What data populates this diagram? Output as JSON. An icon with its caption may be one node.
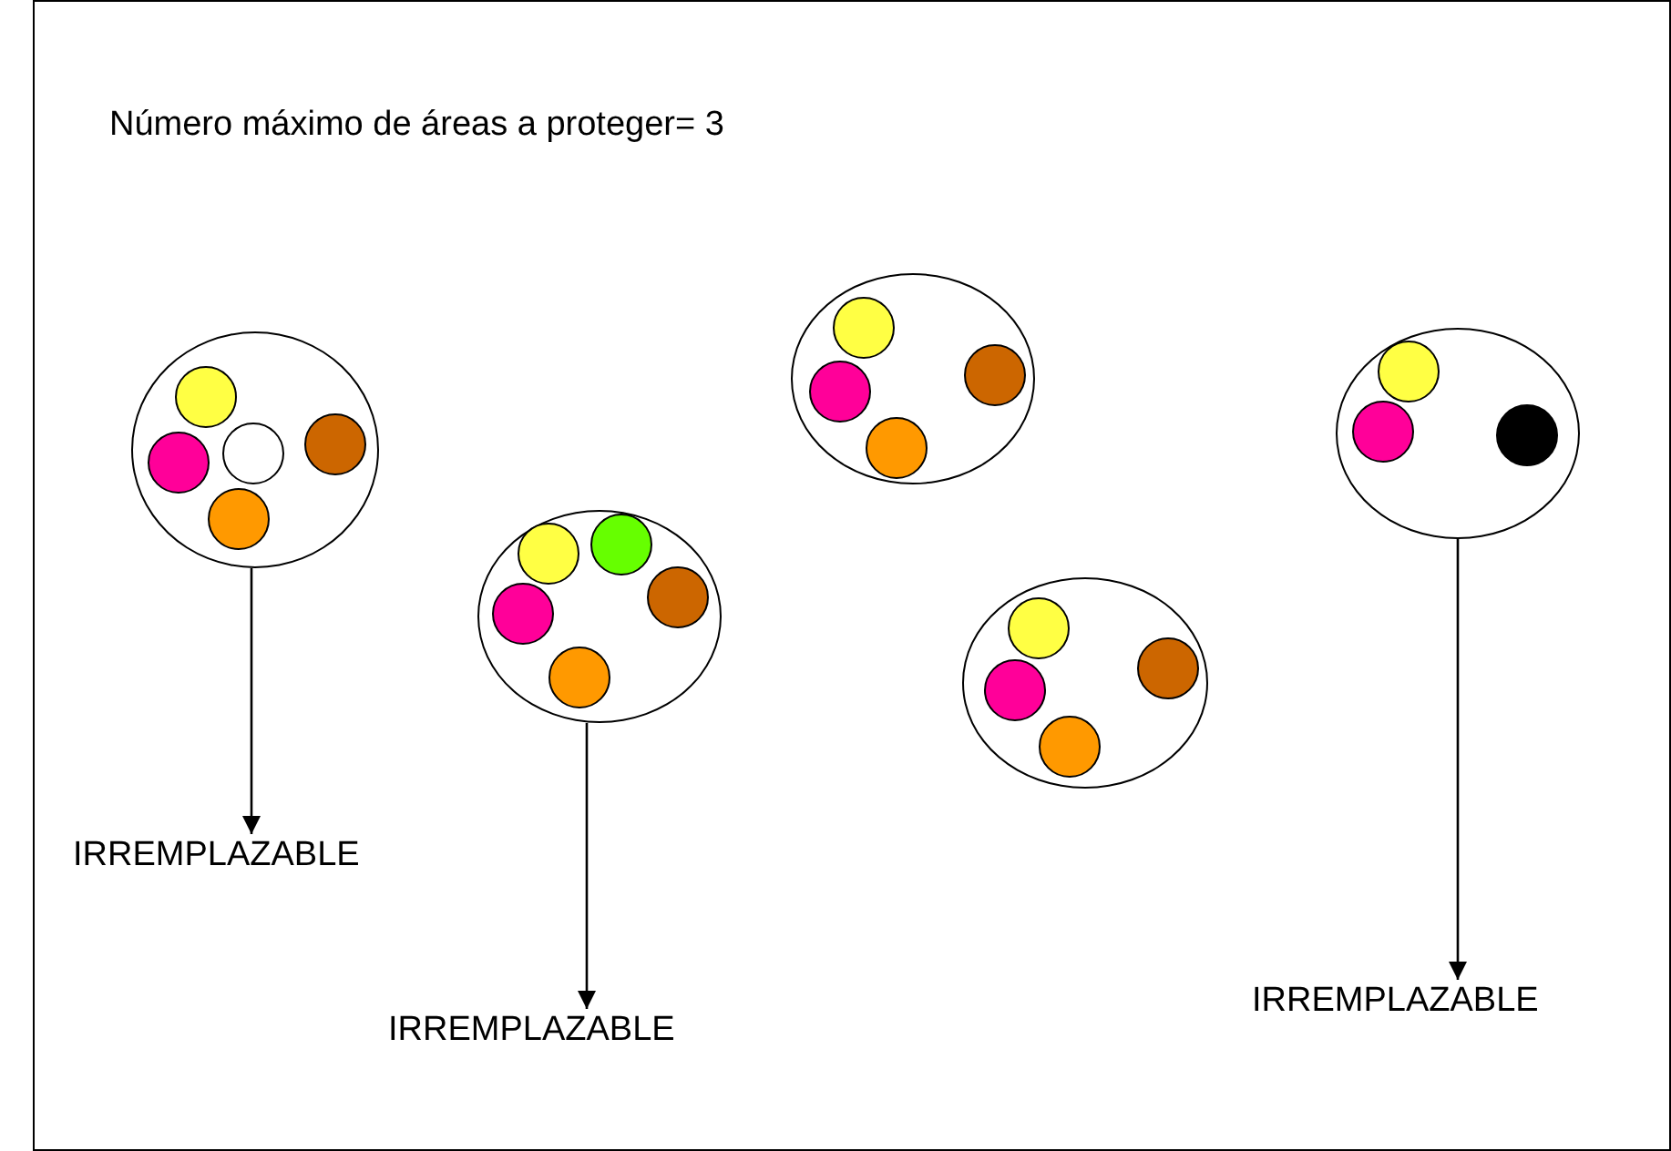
{
  "diagram": {
    "title": "Número máximo de áreas a proteger= 3",
    "nodes": [
      {
        "text": [],
        "shape": "ellipse"
      },
      {
        "text": [],
        "shape": "circle",
        "in": 0
      },
      {
        "text": [],
        "shape": "circle",
        "in": 0
      },
      {
        "text": [],
        "shape": "circle",
        "in": 0
      },
      {
        "text": [],
        "shape": "circle",
        "in": 0
      },
      {
        "text": [],
        "shape": "circle",
        "in": 0
      },
      {
        "text": [],
        "shape": "ellipse"
      },
      {
        "text": [],
        "shape": "circle",
        "in": 6
      },
      {
        "text": [],
        "shape": "circle",
        "in": 6
      },
      {
        "text": [],
        "shape": "circle",
        "in": 6
      },
      {
        "text": [],
        "shape": "circle",
        "in": 6
      },
      {
        "text": [],
        "shape": "circle",
        "in": 6
      },
      {
        "text": [],
        "shape": "ellipse"
      },
      {
        "text": [],
        "shape": "circle",
        "in": 12
      },
      {
        "text": [],
        "shape": "circle",
        "in": 12
      },
      {
        "text": [],
        "shape": "circle",
        "in": 12
      },
      {
        "text": [],
        "shape": "circle",
        "in": 12
      },
      {
        "text": [],
        "shape": "ellipse"
      },
      {
        "text": [],
        "shape": "circle",
        "in": 17
      },
      {
        "text": [],
        "shape": "circle",
        "in": 17
      },
      {
        "text": [],
        "shape": "circle",
        "in": 17
      },
      {
        "text": [],
        "shape": "circle",
        "in": 17
      },
      {
        "text": [],
        "shape": "ellipse"
      },
      {
        "text": [],
        "shape": "circle",
        "in": 22
      },
      {
        "text": [],
        "shape": "circle",
        "in": 22
      },
      {
        "text": [],
        "shape": "circle",
        "in": 22
      },
      {
        "text": [
          "IRREMPLAZABLE"
        ]
      },
      {
        "text": [
          "IRREMPLAZABLE"
        ]
      },
      {
        "text": [
          "IRREMPLAZABLE"
        ]
      }
    ],
    "edges": [
      {
        "from": 0,
        "to": 26,
        "arrow": "to"
      },
      {
        "from": 6,
        "to": 27,
        "arrow": "to"
      },
      {
        "from": 22,
        "to": 28,
        "arrow": "to"
      }
    ]
  }
}
